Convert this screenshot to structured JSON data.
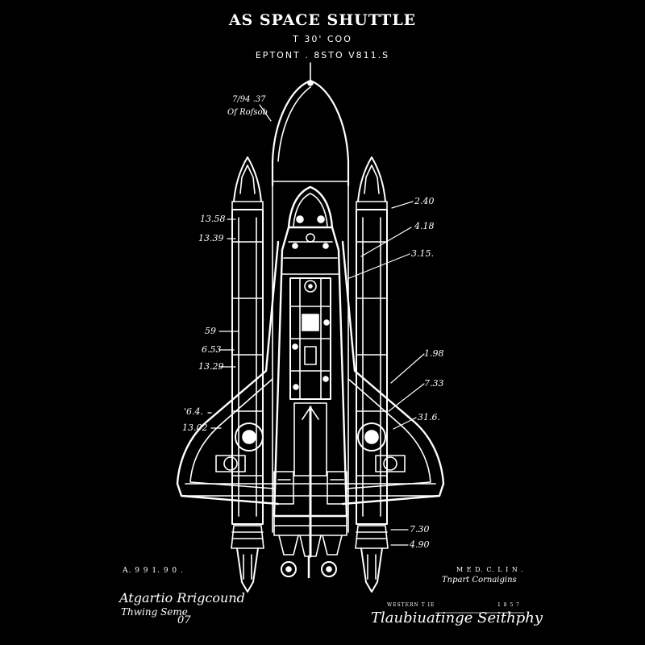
{
  "header": {
    "title": "AS SPACE SHUTTLE",
    "subtitle": "T 30' COO",
    "patent_line": "EPTONT . 8STO V811.S"
  },
  "callouts_left": [
    "13.58",
    "13.39",
    "59",
    "6.53",
    "13.29",
    "'6.4.",
    "13.02"
  ],
  "callouts_right": [
    "2.40",
    "4.18",
    "3.15.",
    "1.98",
    "7.33",
    "31.6.",
    "7.30",
    "4.90"
  ],
  "small_annotation": {
    "line1": "7/94 .37",
    "line2": "Of Rofsob"
  },
  "footer": {
    "date_label": "A. 9 9 1. 9 0 .",
    "signature_left_1": "Atgartio Rrigcound",
    "signature_left_2": "Thwing Seme",
    "signature_left_3": "07",
    "right_small_1": "M E D. C. L I N .",
    "right_small_2": "Tnpart Cornaigins",
    "right_tiny_left": "WESTERN T IE",
    "right_tiny_right": "1 8 5 7",
    "signature_right": "Tlaubiuatinge Seithphy"
  },
  "colors": {
    "background": "#000000",
    "line": "#ffffff"
  },
  "icons": [
    "space-shuttle-blueprint"
  ]
}
